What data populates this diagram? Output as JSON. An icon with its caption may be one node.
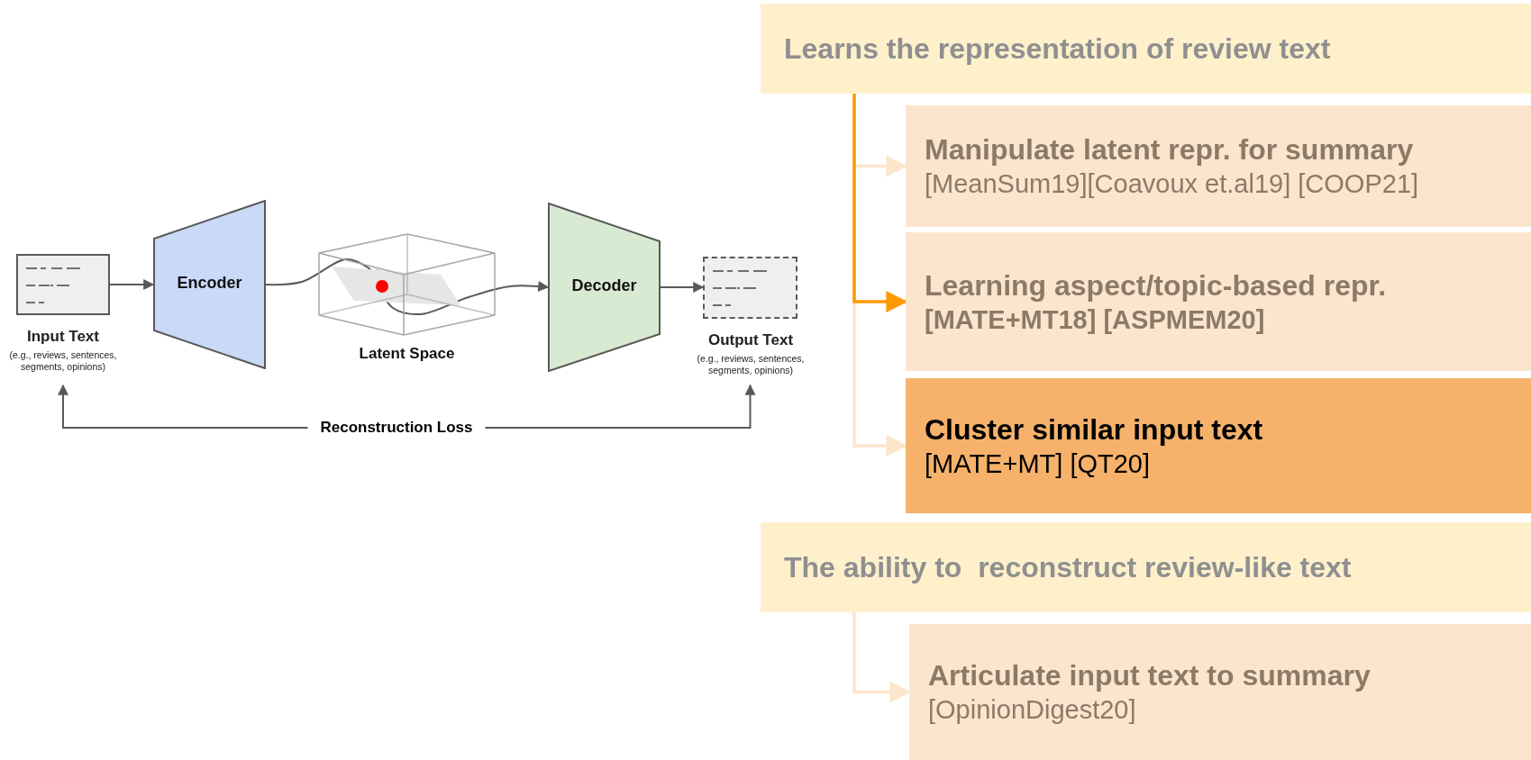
{
  "diagram": {
    "nodes": [
      {
        "text": [
          "Input Text",
          "(e.g., reviews, sentences, segments, opinions)"
        ]
      },
      {
        "text": [
          "Encoder"
        ]
      },
      {
        "text": [
          "Latent Space"
        ]
      },
      {
        "text": [],
        "shape": "circle",
        "in": 2
      },
      {
        "text": [
          "Decoder"
        ]
      },
      {
        "text": [
          "Output Text",
          "(e.g., reviews, sentences, segments, opinions)"
        ]
      },
      {
        "text": [
          "Learns the representation of review text"
        ]
      },
      {
        "text": [
          "Manipulate latent repr. for summary",
          "[MeanSum19][Coavoux et.al19] [COOP21]"
        ]
      },
      {
        "text": [
          "Learning aspect/topic-based repr.",
          "[MATE+MT18] [ASPMEM20]"
        ]
      },
      {
        "text": [
          "Cluster similar input text",
          "[MATE+MT] [QT20]"
        ]
      },
      {
        "text": [
          "The ability to  reconstruct review-like text"
        ]
      },
      {
        "text": [
          "Articulate input text to summary",
          "[OpinionDigest20]"
        ]
      }
    ],
    "edges": [
      {
        "from": 0,
        "to": 1,
        "arrow": "to"
      },
      {
        "from": 1,
        "to": 3,
        "arrow": "to"
      },
      {
        "from": 3,
        "to": 4,
        "arrow": "to"
      },
      {
        "from": 4,
        "to": 5,
        "arrow": "to"
      },
      {
        "from": 5,
        "to": 0,
        "arrow": "both",
        "label": "Reconstruction Loss"
      },
      {
        "from": 6,
        "to": 7,
        "arrow": "to",
        "color": "#fce5cd"
      },
      {
        "from": 6,
        "to": 8,
        "arrow": "to",
        "color": "#ff9900"
      },
      {
        "from": 6,
        "to": 9,
        "arrow": "to",
        "color": "#fce5cd"
      },
      {
        "from": 10,
        "to": 11,
        "arrow": "to",
        "color": "#fce5cd"
      }
    ]
  }
}
